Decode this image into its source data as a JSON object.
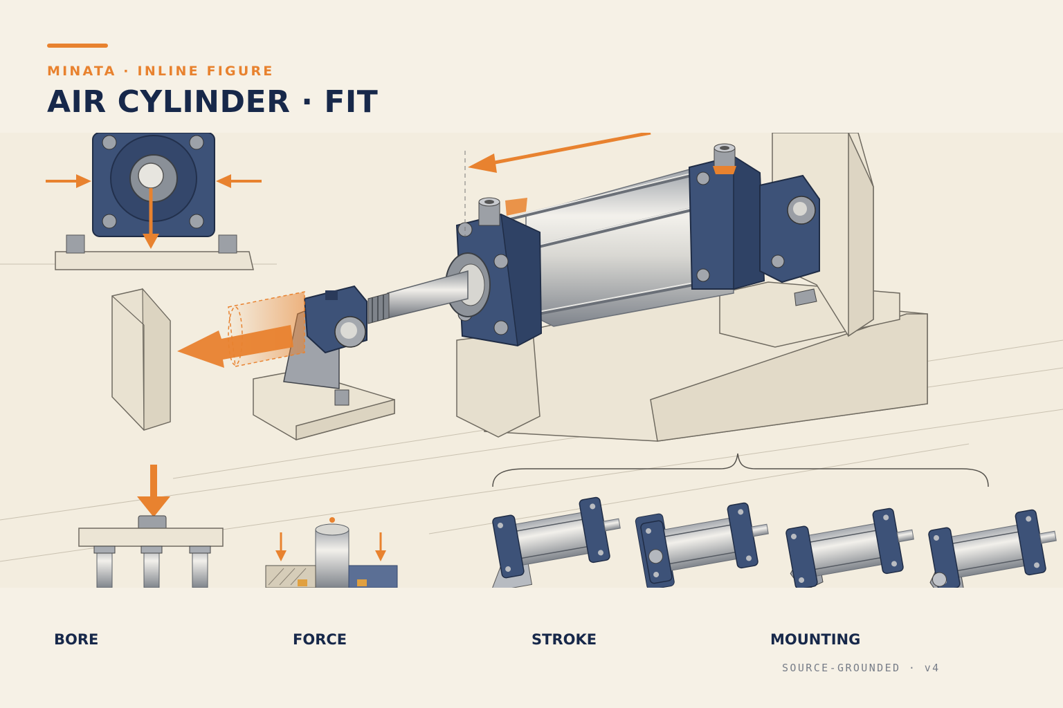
{
  "header": {
    "kicker": "MINATA · INLINE FIGURE",
    "title": "AIR CYLINDER · FIT"
  },
  "figure": {
    "subject": "pneumatic air cylinder mounting illustration",
    "colors": {
      "accent": "#e8822f",
      "ink": "#17284a",
      "steel_blue": "#3d5278",
      "paper": "#f3eddf"
    }
  },
  "sections": [
    {
      "label": "BORE"
    },
    {
      "label": "FORCE"
    },
    {
      "label": "STROKE"
    },
    {
      "label": "MOUNTING"
    }
  ],
  "footer": {
    "text": "SOURCE-GROUNDED · v4"
  }
}
